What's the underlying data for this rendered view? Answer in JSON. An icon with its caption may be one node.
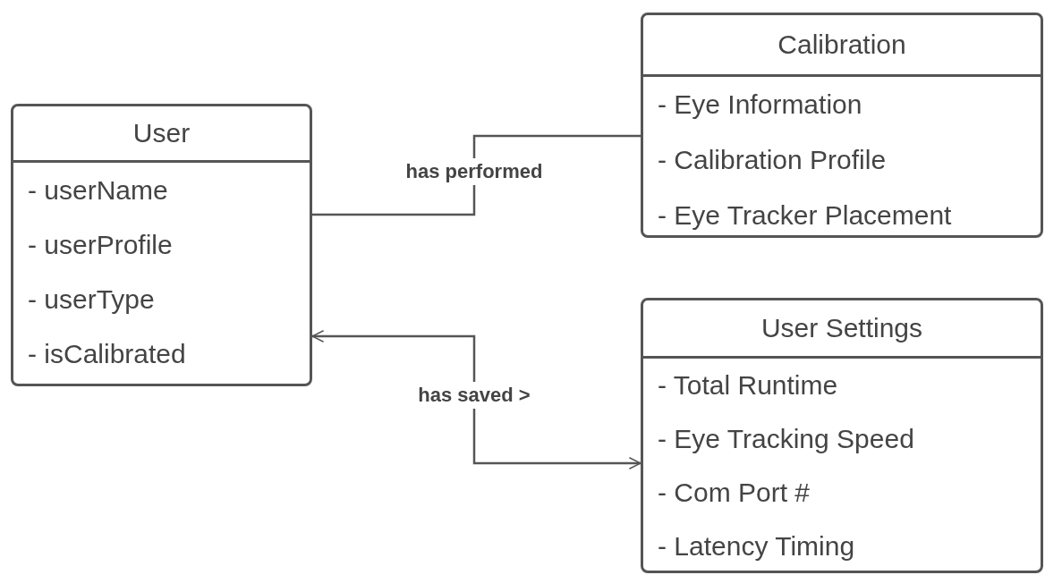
{
  "diagram": {
    "nodes": [
      {
        "text": [
          "User",
          "- userName",
          "- userProfile",
          "- userType",
          "- isCalibrated"
        ]
      },
      {
        "text": [
          "Calibration",
          "- Eye Information",
          "- Calibration Profile",
          "- Eye Tracker Placement"
        ]
      },
      {
        "text": [
          "User Settings",
          "- Total Runtime",
          "- Eye Tracking Speed",
          "- Com Port #",
          "- Latency Timing"
        ]
      }
    ],
    "edges": [
      {
        "from": 0,
        "to": 1,
        "arrow": "none",
        "label": "has performed"
      },
      {
        "from": 2,
        "to": 0,
        "arrow": "both",
        "label": "has saved >"
      }
    ]
  }
}
